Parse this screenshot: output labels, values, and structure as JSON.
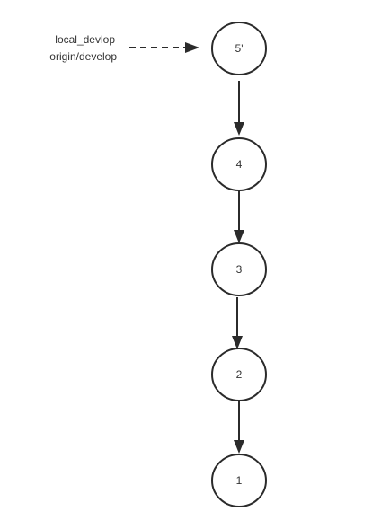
{
  "diagram": {
    "branch_labels": [
      "local_devlop",
      "origin/develop"
    ],
    "nodes": [
      {
        "id": "n5",
        "label": "5'"
      },
      {
        "id": "n4",
        "label": "4"
      },
      {
        "id": "n3",
        "label": "3"
      },
      {
        "id": "n2",
        "label": "2"
      },
      {
        "id": "n1",
        "label": "1"
      }
    ],
    "edges": [
      {
        "from": "n5",
        "to": "n4",
        "style": "solid"
      },
      {
        "from": "n4",
        "to": "n3",
        "style": "solid"
      },
      {
        "from": "n3",
        "to": "n2",
        "style": "solid"
      },
      {
        "from": "n2",
        "to": "n1",
        "style": "solid"
      }
    ],
    "pointer": {
      "target": "n5",
      "style": "dashed"
    },
    "colors": {
      "stroke": "#2b2b2b",
      "text": "#333333",
      "background": "#ffffff"
    }
  }
}
